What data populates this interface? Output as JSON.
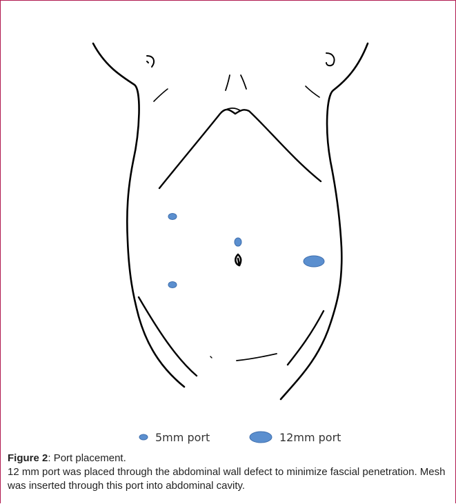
{
  "figure": {
    "legend": {
      "small_port_label": "5mm port",
      "large_port_label": "12mm port"
    },
    "port_color": "#5b8fcf",
    "port_stroke": "#3f6fae",
    "line_color": "#000000"
  },
  "caption": {
    "figure_number": "Figure 2",
    "title_rest": ": Port placement.",
    "body": "12 mm port was placed through the abdominal wall defect to minimize fascial penetration. Mesh was inserted through this port into abdominal cavity."
  },
  "border_color": "#b0184e"
}
